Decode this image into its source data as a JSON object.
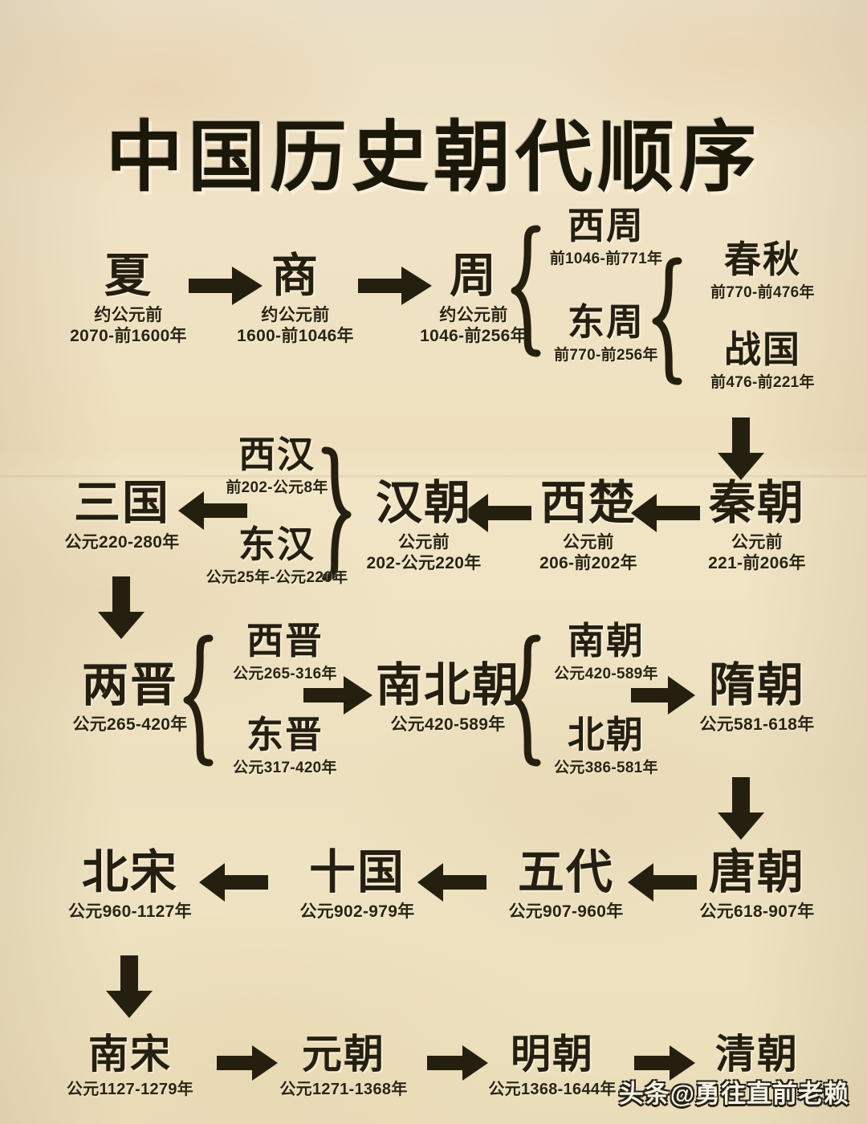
{
  "title": "中国历史朝代顺序",
  "watermark": "头条@勇往直前老赖",
  "colors": {
    "background": "#efe3c4",
    "ink": "#241f0e",
    "title_ink": "#1b1709"
  },
  "chart_data": {
    "type": "diagram",
    "title": "中国历史朝代顺序",
    "layout": "boustrophedon flow chart with brace sub-branches",
    "nodes": [
      {
        "id": "xia",
        "name": "夏",
        "years": [
          "约公元前",
          "2070-前1600年"
        ]
      },
      {
        "id": "shang",
        "name": "商",
        "years": [
          "约公元前",
          "1600-前1046年"
        ]
      },
      {
        "id": "zhou",
        "name": "周",
        "years": [
          "约公元前",
          "1046-前256年"
        ]
      },
      {
        "id": "xizhou",
        "name": "西周",
        "years": [
          "前1046-前771年"
        ]
      },
      {
        "id": "dongzhou",
        "name": "东周",
        "years": [
          "前770-前256年"
        ]
      },
      {
        "id": "chunqiu",
        "name": "春秋",
        "years": [
          "前770-前476年"
        ]
      },
      {
        "id": "zhanguo",
        "name": "战国",
        "years": [
          "前476-前221年"
        ]
      },
      {
        "id": "qin",
        "name": "秦朝",
        "years": [
          "公元前",
          "221-前206年"
        ]
      },
      {
        "id": "xichu",
        "name": "西楚",
        "years": [
          "公元前",
          "206-前202年"
        ]
      },
      {
        "id": "han",
        "name": "汉朝",
        "years": [
          "公元前",
          "202-公元220年"
        ]
      },
      {
        "id": "xihan",
        "name": "西汉",
        "years": [
          "前202-公元8年"
        ]
      },
      {
        "id": "donghan",
        "name": "东汉",
        "years": [
          "公元25年-公元220年"
        ]
      },
      {
        "id": "sanguo",
        "name": "三国",
        "years": [
          "公元220-280年"
        ]
      },
      {
        "id": "liangjin",
        "name": "两晋",
        "years": [
          "公元265-420年"
        ]
      },
      {
        "id": "xijin",
        "name": "西晋",
        "years": [
          "公元265-316年"
        ]
      },
      {
        "id": "dongjin",
        "name": "东晋",
        "years": [
          "公元317-420年"
        ]
      },
      {
        "id": "nanbeichao",
        "name": "南北朝",
        "years": [
          "公元420-589年"
        ]
      },
      {
        "id": "nanchao",
        "name": "南朝",
        "years": [
          "公元420-589年"
        ]
      },
      {
        "id": "beichao",
        "name": "北朝",
        "years": [
          "公元386-581年"
        ]
      },
      {
        "id": "sui",
        "name": "隋朝",
        "years": [
          "公元581-618年"
        ]
      },
      {
        "id": "tang",
        "name": "唐朝",
        "years": [
          "公元618-907年"
        ]
      },
      {
        "id": "wudai",
        "name": "五代",
        "years": [
          "公元907-960年"
        ]
      },
      {
        "id": "shiguo",
        "name": "十国",
        "years": [
          "公元902-979年"
        ]
      },
      {
        "id": "beisong",
        "name": "北宋",
        "years": [
          "公元960-1127年"
        ]
      },
      {
        "id": "nansong",
        "name": "南宋",
        "years": [
          "公元1127-1279年"
        ]
      },
      {
        "id": "yuan",
        "name": "元朝",
        "years": [
          "公元1271-1368年"
        ]
      },
      {
        "id": "ming",
        "name": "明朝",
        "years": [
          "公元1368-1644年"
        ]
      },
      {
        "id": "qing",
        "name": "清朝",
        "years": []
      }
    ],
    "edges": [
      {
        "from": "xia",
        "to": "shang",
        "dir": "right"
      },
      {
        "from": "shang",
        "to": "zhou",
        "dir": "right"
      },
      {
        "from": "zhou",
        "to": [
          "xizhou",
          "dongzhou"
        ],
        "dir": "brace-right"
      },
      {
        "from": "dongzhou",
        "to": [
          "chunqiu",
          "zhanguo"
        ],
        "dir": "brace-right"
      },
      {
        "from": "zhanguo",
        "to": "qin",
        "dir": "down"
      },
      {
        "from": "qin",
        "to": "xichu",
        "dir": "left"
      },
      {
        "from": "xichu",
        "to": "han",
        "dir": "left"
      },
      {
        "from": "han",
        "to": [
          "xihan",
          "donghan"
        ],
        "dir": "brace-left"
      },
      {
        "from": "han",
        "to": "sanguo",
        "dir": "left"
      },
      {
        "from": "sanguo",
        "to": "liangjin",
        "dir": "down"
      },
      {
        "from": "liangjin",
        "to": [
          "xijin",
          "dongjin"
        ],
        "dir": "brace-right"
      },
      {
        "from": "liangjin",
        "to": "nanbeichao",
        "dir": "right"
      },
      {
        "from": "nanbeichao",
        "to": [
          "nanchao",
          "beichao"
        ],
        "dir": "brace-right"
      },
      {
        "from": "nanbeichao",
        "to": "sui",
        "dir": "right"
      },
      {
        "from": "sui",
        "to": "tang",
        "dir": "down"
      },
      {
        "from": "tang",
        "to": "wudai",
        "dir": "left"
      },
      {
        "from": "wudai",
        "to": "shiguo",
        "dir": "left"
      },
      {
        "from": "shiguo",
        "to": "beisong",
        "dir": "left"
      },
      {
        "from": "beisong",
        "to": "nansong",
        "dir": "down"
      },
      {
        "from": "nansong",
        "to": "yuan",
        "dir": "right"
      },
      {
        "from": "yuan",
        "to": "ming",
        "dir": "right"
      },
      {
        "from": "ming",
        "to": "qing",
        "dir": "right"
      }
    ]
  }
}
